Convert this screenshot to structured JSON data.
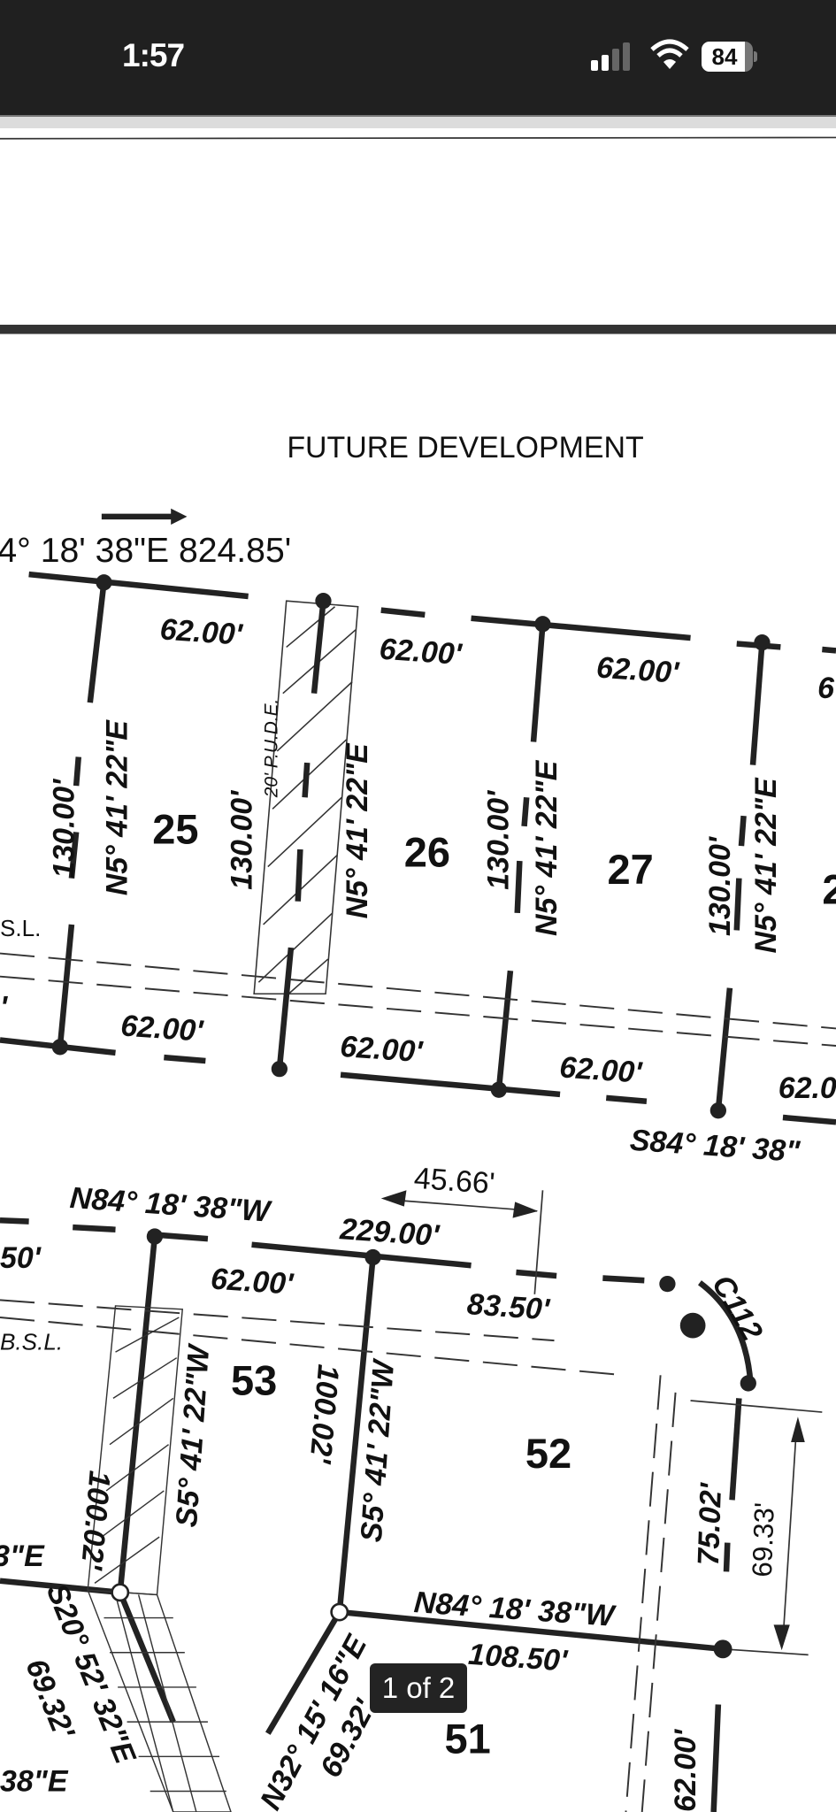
{
  "status_bar": {
    "time": "1:57",
    "battery": "84",
    "signal_bars_active": 2,
    "signal_bars_total": 4,
    "icons": [
      "signal-icon",
      "wifi-icon",
      "battery-icon"
    ]
  },
  "document": {
    "title": "FUTURE DEVELOPMENT",
    "top_bearing": "4° 18' 38\"E   824.85'",
    "pude": "20' P.U.D.E.",
    "bsl_top": "S.L.",
    "lots_top": [
      {
        "number": "25",
        "depth": "130.00'",
        "bearing": "N5° 41' 22\"E"
      },
      {
        "number": "26",
        "depth": "130.00'",
        "bearing": "N5° 41' 22\"E"
      },
      {
        "number": "27",
        "depth": "130.00'",
        "bearing": "N5° 41' 22\"E"
      },
      {
        "number": "2",
        "depth": "130.00'",
        "bearing": "N5° 41' 22\"E"
      }
    ],
    "frontages_top": [
      "62.00'",
      "62.00'",
      "62.00'",
      "6"
    ],
    "frontages_bottom": [
      "62.00'",
      "62.00'",
      "62.00'",
      "62.0"
    ],
    "partial_left": "'",
    "bottom_bearing": "S84° 18' 38\"",
    "lower": {
      "bearing_1": "N84° 18' 38\"W",
      "distance_total": "229.00'",
      "dim_45": "45.66'",
      "left_partial": "50'",
      "frontage_53": "62.00'",
      "frontage_52": "83.50'",
      "curve": "C112",
      "bsl": "B.S.L.",
      "lot_53": "53",
      "lot_52": "52",
      "lot_51": "51",
      "depth_53": "100.02'",
      "bearing_53": "S5° 41' 22\"W",
      "depth_52": "100.02'",
      "bearing_52": "S5° 41' 22\"W",
      "left_e": "3\"E",
      "side_52": "75.02'",
      "dim_69": "69.33'",
      "bearing_2": "N84° 18' 38\"W",
      "rear_52": "108.50'",
      "bearing_s20": "S20° 52' 32\"E",
      "dist_s20": "69.32'",
      "left_38e": "38\"E",
      "bearing_n32": "N32° 15' 16\"E",
      "dist_n32": "69.32'",
      "side_51": "62.00'"
    }
  },
  "pager": {
    "label": "1 of 2"
  }
}
